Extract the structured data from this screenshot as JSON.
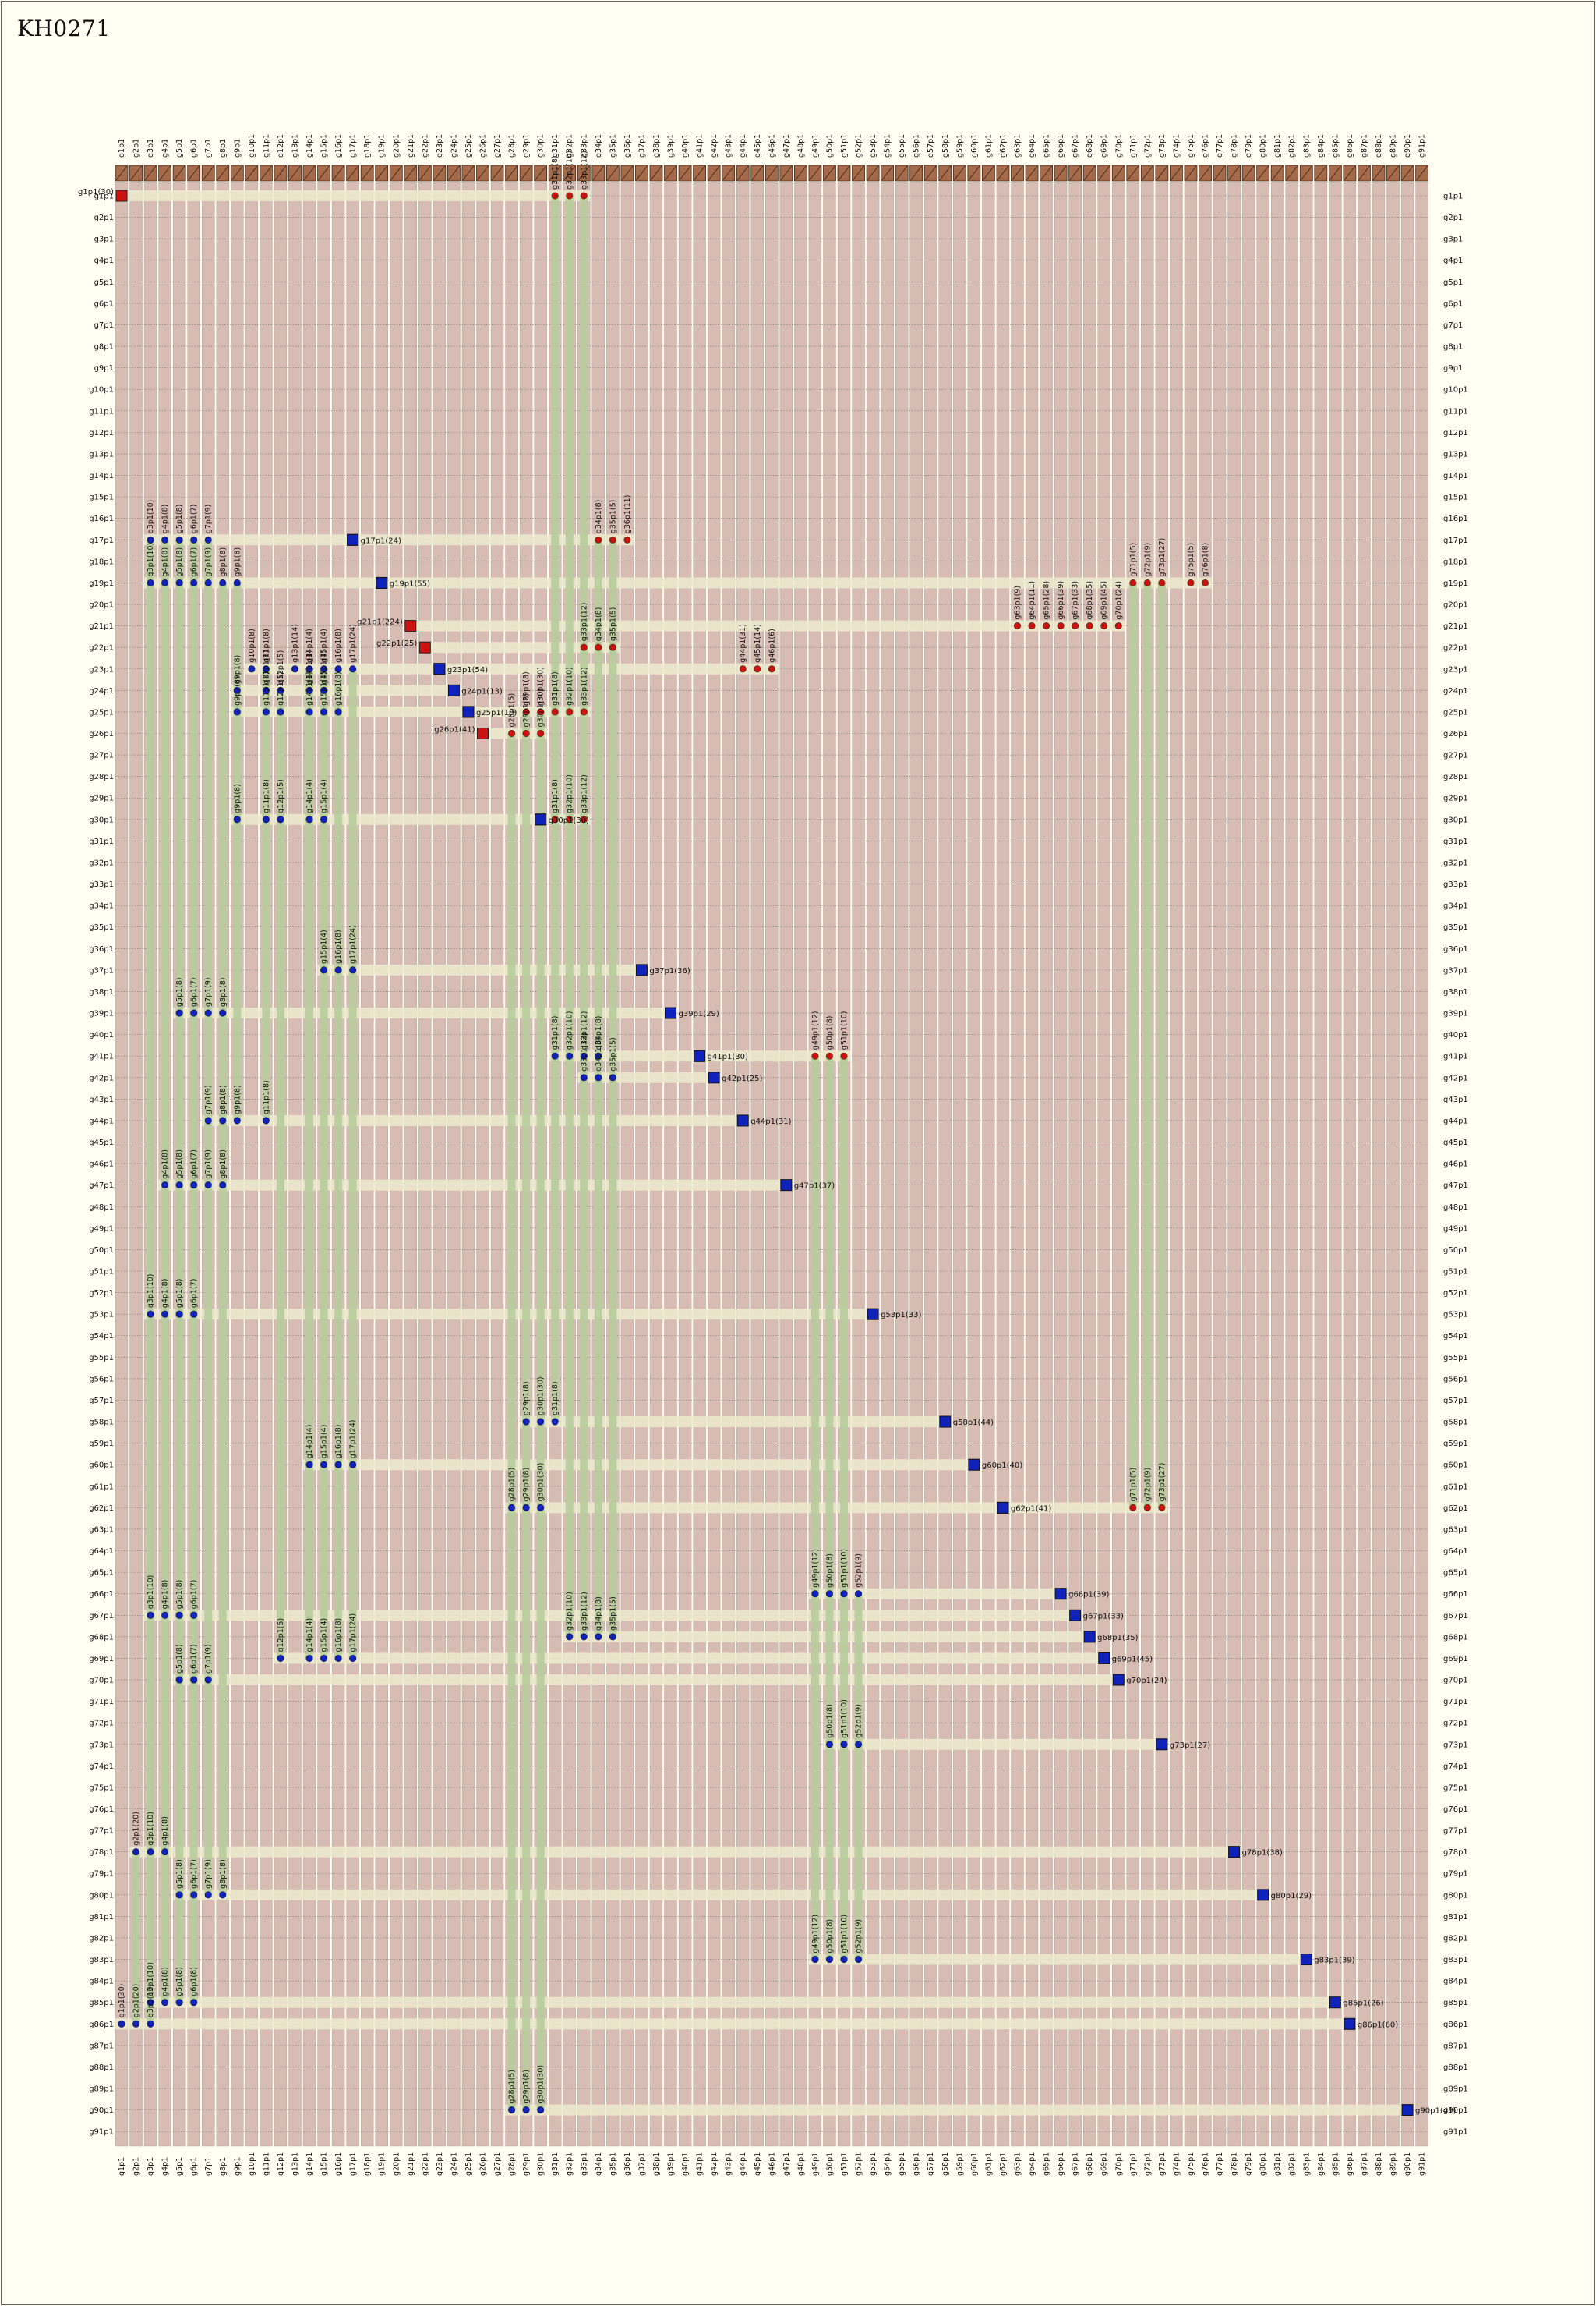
{
  "title": "KH0271",
  "gene_count": 91,
  "genes_prefix": "g",
  "genes_suffix": "p1",
  "colors": {
    "background": "#fffff4",
    "column": "#d7bcb3",
    "column_gap": "#fbf8ec",
    "header_tile": "#a56a4a",
    "band": "#ecebce",
    "span": "#b7cc9c",
    "parent": "#cc1111",
    "child": "#1122bb",
    "mother": "#cc1111",
    "father": "#1122bb",
    "frame": "#555555"
  },
  "families": [
    {
      "id": "f1",
      "mother": {
        "gene": 1,
        "label": "g1p1(30)"
      },
      "child": null,
      "parents": [
        {
          "gene": 31,
          "label": "g31p1(8)"
        },
        {
          "gene": 32,
          "label": "g32p1(10)"
        },
        {
          "gene": 33,
          "label": "g33p1(12)"
        }
      ]
    },
    {
      "id": "f17",
      "mother": {
        "gene": 17,
        "label": ""
      },
      "child": {
        "gene": 17,
        "label": "g17p1(24)"
      },
      "parents": [
        {
          "gene": 34,
          "label": "g34p1(8)"
        },
        {
          "gene": 35,
          "label": "g35p1(5)"
        },
        {
          "gene": 36,
          "label": "g36p1(11)"
        }
      ],
      "children": [
        {
          "gene": 3,
          "label": "g3p1(10)"
        },
        {
          "gene": 4,
          "label": "g4p1(8)"
        },
        {
          "gene": 5,
          "label": "g5p1(8)"
        },
        {
          "gene": 6,
          "label": "g6p1(7)"
        },
        {
          "gene": 7,
          "label": "g7p1(9)"
        }
      ]
    },
    {
      "id": "f19",
      "mother": {
        "gene": 19,
        "label": ""
      },
      "child": {
        "gene": 19,
        "label": "g19p1(55)"
      },
      "parents": [
        {
          "gene": 71,
          "label": "g71p1(5)"
        },
        {
          "gene": 72,
          "label": "g72p1(9)"
        },
        {
          "gene": 73,
          "label": "g73p1(27)"
        },
        {
          "gene": 75,
          "label": "g75p1(5)"
        },
        {
          "gene": 76,
          "label": "g76p1(8)"
        }
      ],
      "children": [
        {
          "gene": 3,
          "label": "g3p1(10)"
        },
        {
          "gene": 4,
          "label": "g4p1(8)"
        },
        {
          "gene": 5,
          "label": "g5p1(8)"
        },
        {
          "gene": 6,
          "label": "g6p1(7)"
        },
        {
          "gene": 7,
          "label": "g7p1(9)"
        },
        {
          "gene": 8,
          "label": "g8p1(8)"
        },
        {
          "gene": 9,
          "label": "g9p1(8)"
        }
      ]
    },
    {
      "id": "f21",
      "mother": {
        "gene": 21,
        "label": "g21p1(224)"
      },
      "child": null,
      "parents": [
        {
          "gene": 63,
          "label": "g63p1(9)"
        },
        {
          "gene": 64,
          "label": "g64p1(11)"
        },
        {
          "gene": 65,
          "label": "g65p1(28)"
        },
        {
          "gene": 66,
          "label": "g66p1(39)"
        },
        {
          "gene": 67,
          "label": "g67p1(33)"
        },
        {
          "gene": 68,
          "label": "g68p1(35)"
        },
        {
          "gene": 69,
          "label": "g69p1(45)"
        },
        {
          "gene": 70,
          "label": "g70p1(24)"
        }
      ]
    },
    {
      "id": "f22",
      "mother": {
        "gene": 22,
        "label": "g22p1(25)"
      },
      "child": null,
      "parents": [
        {
          "gene": 33,
          "label": "g33p1(12)"
        },
        {
          "gene": 34,
          "label": "g34p1(8)"
        },
        {
          "gene": 35,
          "label": "g35p1(5)"
        }
      ]
    },
    {
      "id": "f23",
      "mother": {
        "gene": 23,
        "label": ""
      },
      "child": {
        "gene": 23,
        "label": "g23p1(54)"
      },
      "parents": [
        {
          "gene": 44,
          "label": "g44p1(31)"
        },
        {
          "gene": 45,
          "label": "g45p1(14)"
        },
        {
          "gene": 46,
          "label": "g46p1(6)"
        }
      ],
      "children": [
        {
          "gene": 10,
          "label": "g10p1(8)"
        },
        {
          "gene": 11,
          "label": "g11p1(8)"
        },
        {
          "gene": 13,
          "label": "g13p1(14)"
        },
        {
          "gene": 14,
          "label": "g14p1(4)"
        },
        {
          "gene": 15,
          "label": "g15p1(4)"
        },
        {
          "gene": 16,
          "label": "g16p1(8)"
        },
        {
          "gene": 17,
          "label": "g17p1(24)"
        }
      ]
    },
    {
      "id": "f24",
      "mother": null,
      "child": {
        "gene": 24,
        "label": "g24p1(13)"
      },
      "children": [
        {
          "gene": 9,
          "label": "g9p1(8)"
        },
        {
          "gene": 11,
          "label": "g11p1(8)"
        },
        {
          "gene": 12,
          "label": "g12p1(5)"
        },
        {
          "gene": 14,
          "label": "g14p1(4)"
        },
        {
          "gene": 15,
          "label": "g15p1(4)"
        }
      ]
    },
    {
      "id": "f25",
      "mother": {
        "gene": 25,
        "label": ""
      },
      "child": {
        "gene": 25,
        "label": "g25p1(10)"
      },
      "parents": [
        {
          "gene": 29,
          "label": "g29p1(8)"
        },
        {
          "gene": 30,
          "label": "g30p1(30)"
        },
        {
          "gene": 31,
          "label": "g31p1(8)"
        },
        {
          "gene": 32,
          "label": "g32p1(10)"
        },
        {
          "gene": 33,
          "label": "g33p1(12)"
        }
      ],
      "children": [
        {
          "gene": 9,
          "label": "g9p1(8)"
        },
        {
          "gene": 11,
          "label": "g11p1(8)"
        },
        {
          "gene": 12,
          "label": "g12p1(5)"
        },
        {
          "gene": 14,
          "label": "g14p1(4)"
        },
        {
          "gene": 15,
          "label": "g15p1(4)"
        },
        {
          "gene": 16,
          "label": "g16p1(8)"
        }
      ]
    },
    {
      "id": "f26",
      "mother": {
        "gene": 26,
        "label": "g26p1(41)"
      },
      "child": null,
      "parents": [
        {
          "gene": 28,
          "label": "g28p1(5)"
        },
        {
          "gene": 29,
          "label": "g29p1(8)"
        },
        {
          "gene": 30,
          "label": "g30p1(30)"
        }
      ]
    },
    {
      "id": "f30",
      "mother": {
        "gene": 30,
        "label": ""
      },
      "child": {
        "gene": 30,
        "label": "g30p1(30)"
      },
      "parents": [
        {
          "gene": 31,
          "label": "g31p1(8)"
        },
        {
          "gene": 32,
          "label": "g32p1(10)"
        },
        {
          "gene": 33,
          "label": "g33p1(12)"
        }
      ],
      "children": [
        {
          "gene": 9,
          "label": "g9p1(8)"
        },
        {
          "gene": 11,
          "label": "g11p1(8)"
        },
        {
          "gene": 12,
          "label": "g12p1(5)"
        },
        {
          "gene": 14,
          "label": "g14p1(4)"
        },
        {
          "gene": 15,
          "label": "g15p1(4)"
        }
      ]
    },
    {
      "id": "f37",
      "mother": null,
      "child": {
        "gene": 37,
        "label": "g37p1(36)"
      },
      "children": [
        {
          "gene": 15,
          "label": "g15p1(4)"
        },
        {
          "gene": 16,
          "label": "g16p1(8)"
        },
        {
          "gene": 17,
          "label": "g17p1(24)"
        }
      ]
    },
    {
      "id": "f39",
      "mother": null,
      "child": {
        "gene": 39,
        "label": "g39p1(29)"
      },
      "children": [
        {
          "gene": 5,
          "label": "g5p1(8)"
        },
        {
          "gene": 6,
          "label": "g6p1(7)"
        },
        {
          "gene": 7,
          "label": "g7p1(9)"
        },
        {
          "gene": 8,
          "label": "g8p1(8)"
        }
      ]
    },
    {
      "id": "f41",
      "mother": {
        "gene": 41,
        "label": ""
      },
      "child": {
        "gene": 41,
        "label": "g41p1(30)"
      },
      "parents": [
        {
          "gene": 49,
          "label": "g49p1(12)"
        },
        {
          "gene": 50,
          "label": "g50p1(8)"
        },
        {
          "gene": 51,
          "label": "g51p1(10)"
        }
      ],
      "children": [
        {
          "gene": 31,
          "label": "g31p1(8)"
        },
        {
          "gene": 32,
          "label": "g32p1(10)"
        },
        {
          "gene": 33,
          "label": "g33p1(12)"
        },
        {
          "gene": 34,
          "label": "g34p1(8)"
        }
      ]
    },
    {
      "id": "f42",
      "mother": null,
      "child": {
        "gene": 42,
        "label": "g42p1(25)"
      },
      "children": [
        {
          "gene": 33,
          "label": "g33p1(12)"
        },
        {
          "gene": 34,
          "label": "g34p1(8)"
        },
        {
          "gene": 35,
          "label": "g35p1(5)"
        }
      ]
    },
    {
      "id": "f44",
      "mother": null,
      "child": {
        "gene": 44,
        "label": "g44p1(31)"
      },
      "children": [
        {
          "gene": 7,
          "label": "g7p1(9)"
        },
        {
          "gene": 8,
          "label": "g8p1(8)"
        },
        {
          "gene": 9,
          "label": "g9p1(8)"
        },
        {
          "gene": 11,
          "label": "g11p1(8)"
        }
      ]
    },
    {
      "id": "f47",
      "mother": null,
      "child": {
        "gene": 47,
        "label": "g47p1(37)"
      },
      "children": [
        {
          "gene": 4,
          "label": "g4p1(8)"
        },
        {
          "gene": 5,
          "label": "g5p1(8)"
        },
        {
          "gene": 6,
          "label": "g6p1(7)"
        },
        {
          "gene": 7,
          "label": "g7p1(9)"
        },
        {
          "gene": 8,
          "label": "g8p1(8)"
        }
      ]
    },
    {
      "id": "f53",
      "mother": null,
      "child": {
        "gene": 53,
        "label": "g53p1(33)"
      },
      "children": [
        {
          "gene": 3,
          "label": "g3p1(10)"
        },
        {
          "gene": 4,
          "label": "g4p1(8)"
        },
        {
          "gene": 5,
          "label": "g5p1(8)"
        },
        {
          "gene": 6,
          "label": "g6p1(7)"
        }
      ]
    },
    {
      "id": "f58",
      "mother": null,
      "child": {
        "gene": 58,
        "label": "g58p1(44)"
      },
      "children": [
        {
          "gene": 29,
          "label": "g29p1(8)"
        },
        {
          "gene": 30,
          "label": "g30p1(30)"
        },
        {
          "gene": 31,
          "label": "g31p1(8)"
        }
      ]
    },
    {
      "id": "f60",
      "mother": null,
      "child": {
        "gene": 60,
        "label": "g60p1(40)"
      },
      "children": [
        {
          "gene": 14,
          "label": "g14p1(4)"
        },
        {
          "gene": 15,
          "label": "g15p1(4)"
        },
        {
          "gene": 16,
          "label": "g16p1(8)"
        },
        {
          "gene": 17,
          "label": "g17p1(24)"
        }
      ]
    },
    {
      "id": "f62",
      "mother": {
        "gene": 62,
        "label": ""
      },
      "child": {
        "gene": 62,
        "label": "g62p1(41)"
      },
      "parents": [
        {
          "gene": 71,
          "label": "g71p1(5)"
        },
        {
          "gene": 72,
          "label": "g72p1(9)"
        },
        {
          "gene": 73,
          "label": "g73p1(27)"
        }
      ],
      "children": [
        {
          "gene": 28,
          "label": "g28p1(5)"
        },
        {
          "gene": 29,
          "label": "g29p1(8)"
        },
        {
          "gene": 30,
          "label": "g30p1(30)"
        }
      ]
    },
    {
      "id": "f66",
      "mother": null,
      "child": {
        "gene": 66,
        "label": "g66p1(39)"
      },
      "children": [
        {
          "gene": 49,
          "label": "g49p1(12)"
        },
        {
          "gene": 50,
          "label": "g50p1(8)"
        },
        {
          "gene": 51,
          "label": "g51p1(10)"
        },
        {
          "gene": 52,
          "label": "g52p1(9)"
        }
      ]
    },
    {
      "id": "f67",
      "mother": null,
      "child": {
        "gene": 67,
        "label": "g67p1(33)"
      },
      "children": [
        {
          "gene": 3,
          "label": "g3p1(10)"
        },
        {
          "gene": 4,
          "label": "g4p1(8)"
        },
        {
          "gene": 5,
          "label": "g5p1(8)"
        },
        {
          "gene": 6,
          "label": "g6p1(7)"
        }
      ]
    },
    {
      "id": "f68",
      "mother": null,
      "child": {
        "gene": 68,
        "label": "g68p1(35)"
      },
      "children": [
        {
          "gene": 32,
          "label": "g32p1(10)"
        },
        {
          "gene": 33,
          "label": "g33p1(12)"
        },
        {
          "gene": 34,
          "label": "g34p1(8)"
        },
        {
          "gene": 35,
          "label": "g35p1(5)"
        }
      ]
    },
    {
      "id": "f69",
      "mother": null,
      "child": {
        "gene": 69,
        "label": "g69p1(45)"
      },
      "children": [
        {
          "gene": 12,
          "label": "g12p1(5)"
        },
        {
          "gene": 14,
          "label": "g14p1(4)"
        },
        {
          "gene": 15,
          "label": "g15p1(4)"
        },
        {
          "gene": 16,
          "label": "g16p1(8)"
        },
        {
          "gene": 17,
          "label": "g17p1(24)"
        }
      ]
    },
    {
      "id": "f70",
      "mother": null,
      "child": {
        "gene": 70,
        "label": "g70p1(24)"
      },
      "children": [
        {
          "gene": 5,
          "label": "g5p1(8)"
        },
        {
          "gene": 6,
          "label": "g6p1(7)"
        },
        {
          "gene": 7,
          "label": "g7p1(9)"
        }
      ]
    },
    {
      "id": "f73",
      "mother": null,
      "child": {
        "gene": 73,
        "label": "g73p1(27)"
      },
      "children": [
        {
          "gene": 50,
          "label": "g50p1(8)"
        },
        {
          "gene": 51,
          "label": "g51p1(10)"
        },
        {
          "gene": 52,
          "label": "g52p1(9)"
        }
      ]
    },
    {
      "id": "f78",
      "mother": null,
      "child": {
        "gene": 78,
        "label": "g78p1(38)"
      },
      "children": [
        {
          "gene": 2,
          "label": "g2p1(20)"
        },
        {
          "gene": 3,
          "label": "g3p1(10)"
        },
        {
          "gene": 4,
          "label": "g4p1(8)"
        }
      ]
    },
    {
      "id": "f80",
      "mother": null,
      "child": {
        "gene": 80,
        "label": "g80p1(29)"
      },
      "children": [
        {
          "gene": 5,
          "label": "g5p1(8)"
        },
        {
          "gene": 6,
          "label": "g6p1(7)"
        },
        {
          "gene": 7,
          "label": "g7p1(9)"
        },
        {
          "gene": 8,
          "label": "g8p1(8)"
        }
      ]
    },
    {
      "id": "f83",
      "mother": null,
      "child": {
        "gene": 83,
        "label": "g83p1(39)"
      },
      "children": [
        {
          "gene": 49,
          "label": "g49p1(12)"
        },
        {
          "gene": 50,
          "label": "g50p1(8)"
        },
        {
          "gene": 51,
          "label": "g51p1(10)"
        },
        {
          "gene": 52,
          "label": "g52p1(9)"
        }
      ]
    },
    {
      "id": "f85",
      "mother": null,
      "child": {
        "gene": 85,
        "label": "g85p1(26)"
      },
      "children": [
        {
          "gene": 3,
          "label": "g3p1(10)"
        },
        {
          "gene": 4,
          "label": "g4p1(8)"
        },
        {
          "gene": 5,
          "label": "g5p1(8)"
        },
        {
          "gene": 6,
          "label": "g6p1(8)"
        }
      ]
    },
    {
      "id": "f86",
      "mother": null,
      "child": {
        "gene": 86,
        "label": "g86p1(60)"
      },
      "children": [
        {
          "gene": 1,
          "label": "g1p1(30)"
        },
        {
          "gene": 2,
          "label": "g2p1(20)"
        },
        {
          "gene": 3,
          "label": "g3p1(10)"
        }
      ]
    },
    {
      "id": "f90",
      "mother": null,
      "child": {
        "gene": 90,
        "label": "g90p1(41)"
      },
      "children": [
        {
          "gene": 28,
          "label": "g28p1(5)"
        },
        {
          "gene": 29,
          "label": "g29p1(8)"
        },
        {
          "gene": 30,
          "label": "g30p1(30)"
        }
      ]
    }
  ]
}
